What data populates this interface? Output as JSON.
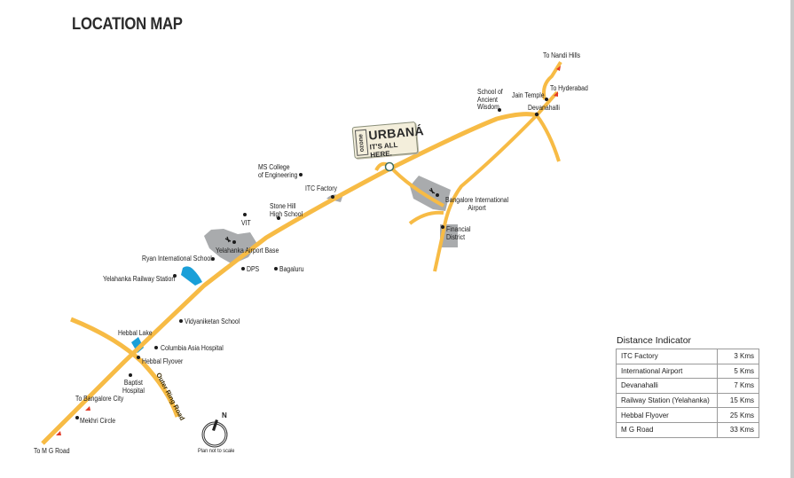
{
  "title": "LOCATION MAP",
  "colors": {
    "road": "#f7bb45",
    "area": "#a9abad",
    "water": "#1a9fd8",
    "arrow": "#e23a26",
    "text": "#1c1c1c"
  },
  "logo": {
    "brand": "ozone",
    "name": "URBANÁ",
    "tagline": "IT'S ALL HERE."
  },
  "labels": {
    "nandi": "To Nandi Hills",
    "hyderabad": "To Hyderabad",
    "jain": "Jain Temple",
    "school_ancient": "School of\nAncient\nWisdom",
    "devanahalli": "Devanahalli",
    "ms_college": "MS College\nof Engineering",
    "itc": "ITC Factory",
    "stone_hill": "Stone Hill\nHigh School",
    "vit": "VIT",
    "bia": "Bangalore International\nAirport",
    "financial": "Financial\nDistrict",
    "yelahanka_base": "Yelahanka Airport Base",
    "ryan": "Ryan International School",
    "dps": "DPS",
    "bagaluru": "Bagaluru",
    "yelahanka_rail": "Yelahanka Railway Station",
    "vidyaniketan": "Vidyaniketan School",
    "hebbal_lake": "Hebbal Lake",
    "columbia": "Columbia Asia Hospital",
    "hebbal_flyover": "Hebbal Flyover",
    "baptist": "Baptist\nHospital",
    "to_blr_city": "To Bangalore City",
    "mekhri": "Mekhri Circle",
    "to_mg": "To M G Road",
    "orr": "Outer Ring Road",
    "compass_n": "N",
    "not_to_scale": "Plan not to scale"
  },
  "distance": {
    "title": "Distance Indicator",
    "rows": [
      {
        "place": "ITC Factory",
        "km": "3 Kms"
      },
      {
        "place": "International Airport",
        "km": "5 Kms"
      },
      {
        "place": "Devanahalli",
        "km": "7 Kms"
      },
      {
        "place": "Railway Station (Yelahanka)",
        "km": "15 Kms"
      },
      {
        "place": "Hebbal Flyover",
        "km": "25 Kms"
      },
      {
        "place": "M G Road",
        "km": "33 Kms"
      }
    ]
  }
}
